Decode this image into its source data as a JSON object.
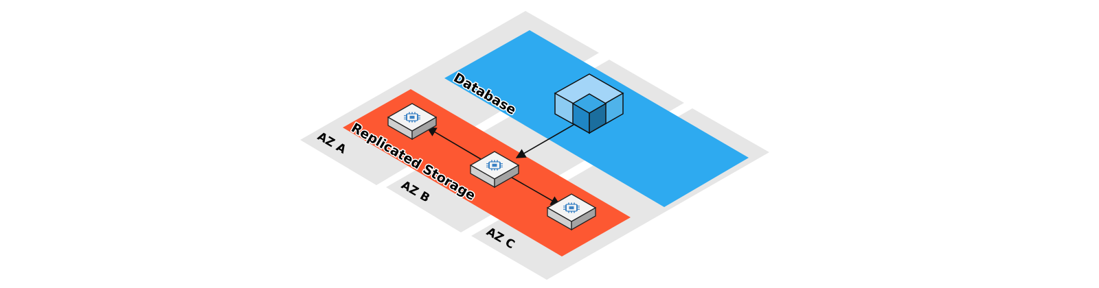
{
  "zones": [
    {
      "id": "az-a",
      "label": "AZ A"
    },
    {
      "id": "az-b",
      "label": "AZ B"
    },
    {
      "id": "az-c",
      "label": "AZ C"
    }
  ],
  "bands": {
    "database": {
      "label": "Database"
    },
    "storage": {
      "label": "Replicated Storage"
    }
  },
  "nodes": [
    {
      "id": "db",
      "kind": "database-cube-icon"
    },
    {
      "id": "storage-primary",
      "kind": "compute-chip-icon"
    },
    {
      "id": "storage-replica-a",
      "kind": "compute-chip-icon"
    },
    {
      "id": "storage-replica-c",
      "kind": "compute-chip-icon"
    }
  ],
  "edges": [
    {
      "from": "db",
      "to": "storage-primary"
    },
    {
      "from": "storage-primary",
      "to": "storage-replica-a"
    },
    {
      "from": "storage-primary",
      "to": "storage-replica-c"
    }
  ],
  "colors": {
    "zone": "#e6e6e6",
    "database": "#2eaaf0",
    "storage": "#fd5832",
    "cube_top": "#a3d5f8",
    "cube_left": "#8ccbf2",
    "cube_right": "#4fb3ea",
    "cube_inner_top": "#39a8e6",
    "cube_inner_left": "#1f86c5",
    "cube_inner_right": "#1b6e9e",
    "chip": "#3b82c4"
  }
}
